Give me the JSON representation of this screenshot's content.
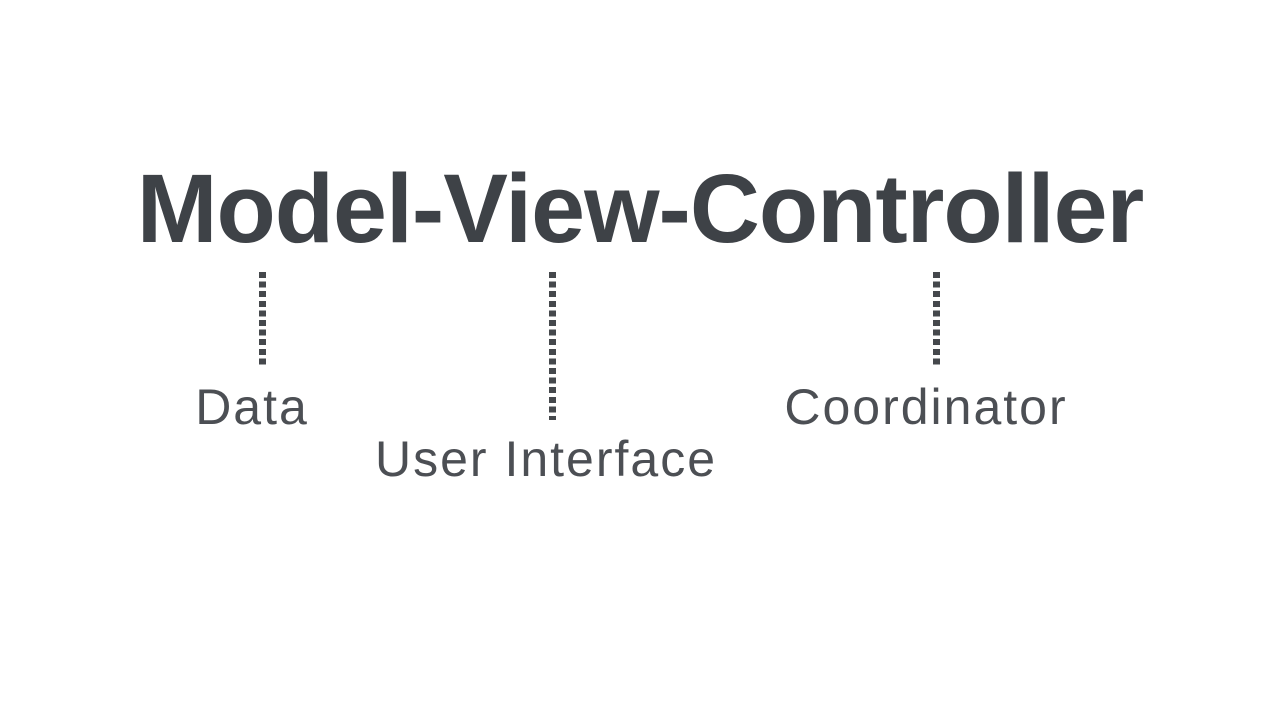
{
  "diagram": {
    "title": "Model-View-Controller",
    "components": [
      {
        "component": "Model",
        "label": "Data"
      },
      {
        "component": "View",
        "label": "User Interface"
      },
      {
        "component": "Controller",
        "label": "Coordinator"
      }
    ],
    "connector_style": "dotted"
  },
  "colors": {
    "background": "#ffffff",
    "title": "#3e4247",
    "label": "#4c4f54",
    "connector": "#45484c"
  }
}
